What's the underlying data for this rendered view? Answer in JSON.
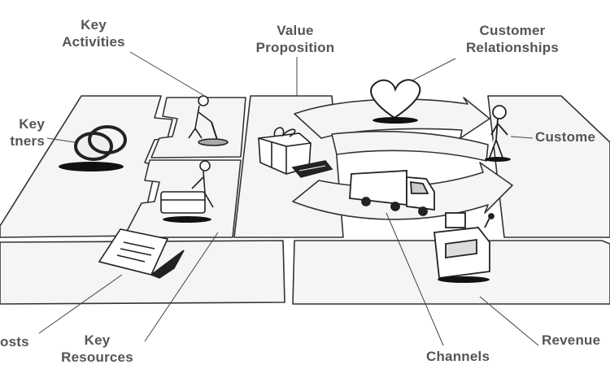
{
  "labels": {
    "key_activities": [
      "Key",
      "Activities"
    ],
    "value_proposition": [
      "Value",
      "Proposition"
    ],
    "customer_relationships": [
      "Customer",
      "Relationships"
    ],
    "key_partners": [
      "Key",
      "tners"
    ],
    "customer_segments": "Custome",
    "costs": "osts",
    "key_resources": [
      "Key",
      "Resources"
    ],
    "channels": "Channels",
    "revenue": "Revenue"
  },
  "icons": [
    "rings-icon",
    "worker-digging-icon",
    "worker-with-box-icon",
    "gift-box-icon",
    "credit-card-icon",
    "heart-icon",
    "customer-person-icon",
    "delivery-truck-icon",
    "cash-register-icon",
    "receipt-icon"
  ],
  "colors": {
    "label_text": "#555555",
    "line": "#333333",
    "board_fill": "#f4f4f4"
  }
}
